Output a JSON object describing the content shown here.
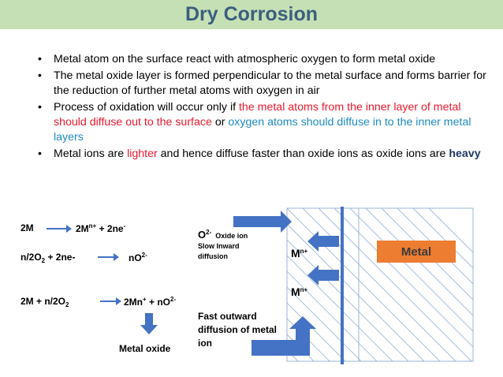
{
  "title": "Dry Corrosion",
  "bullets": {
    "b1": "Metal atom on the surface react with atmospheric oxygen  to form metal oxide",
    "b2": "The metal oxide layer is formed perpendicular to the metal surface and forms barrier for the reduction of further metal atoms with oxygen in air",
    "b3_a": "Process of oxidation will occur only if ",
    "b3_red": "the metal atoms from the inner layer of metal should diffuse out to the surface",
    "b3_mid": " or ",
    "b3_blue": "oxygen atoms should diffuse in to the inner metal layers",
    "b4_a": "Metal ions are ",
    "b4_red": "lighter",
    "b4_b": " and hence diffuse faster than oxide ions as oxide ions are ",
    "b4_bold": "heavy"
  },
  "equations": {
    "eq1_left": "2M",
    "eq1_right_base": "2M",
    "eq1_right_sup": "n+",
    "eq1_right_rest": " + 2ne",
    "eq1_right_sup2": "-",
    "eq2_left_a": "n/2O",
    "eq2_left_sub": "2",
    "eq2_left_b": "  + 2ne-",
    "eq2_right_base": "nO",
    "eq2_right_sup": "2-",
    "eq3_left_a": "2M + n/2O",
    "eq3_left_sub": "2",
    "eq3_right_a": "2Mn",
    "eq3_right_sup1": "+",
    "eq3_right_b": "  + nO",
    "eq3_right_sup2": "2-",
    "product": "Metal oxide"
  },
  "diagram": {
    "oxide_symbol": "O",
    "oxide_charge": "2-",
    "oxide_name": "Oxide ion",
    "slow_inward": "Slow Inward",
    "diffusion": "diffusion",
    "metal_ion_1": "M",
    "metal_ion_1_sup": "n+",
    "metal_ion_2": "M",
    "metal_ion_2_sup": "n+",
    "fast_outward": "Fast outward diffusion of metal ion",
    "metal_label": "Metal"
  },
  "colors": {
    "title_bg": "#c5e0b4",
    "title_text": "#3b5f7f",
    "arrow_blue": "#4472c4",
    "metal_orange": "#ed7d31",
    "emphasis_red": "#e8192c",
    "emphasis_blue": "#1e8bc3"
  }
}
